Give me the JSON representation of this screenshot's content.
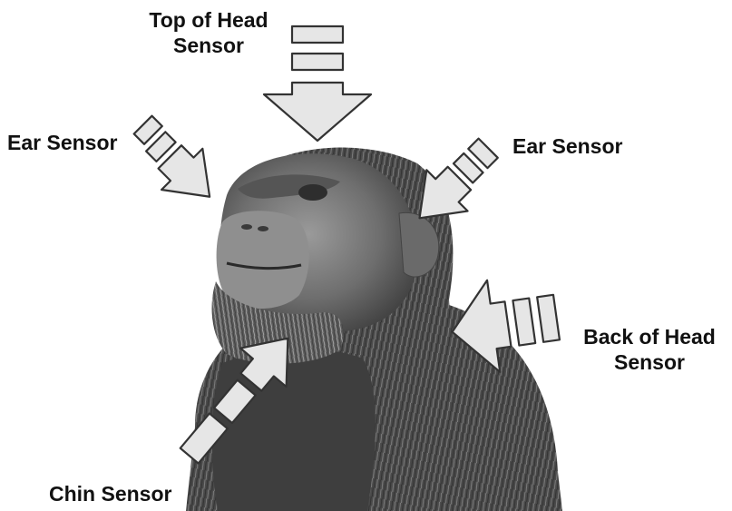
{
  "labels": {
    "top_head_line1": "Top of Head",
    "top_head_line2": "Sensor",
    "ear_left": "Ear Sensor",
    "ear_right": "Ear Sensor",
    "back_head_line1": "Back of Head",
    "back_head_line2": "Sensor",
    "chin": "Chin Sensor"
  },
  "figure": {
    "subject": "animatronic chimpanzee head and shoulders",
    "arrow_color": "#e6e6e6",
    "outline_color": "#333333"
  }
}
